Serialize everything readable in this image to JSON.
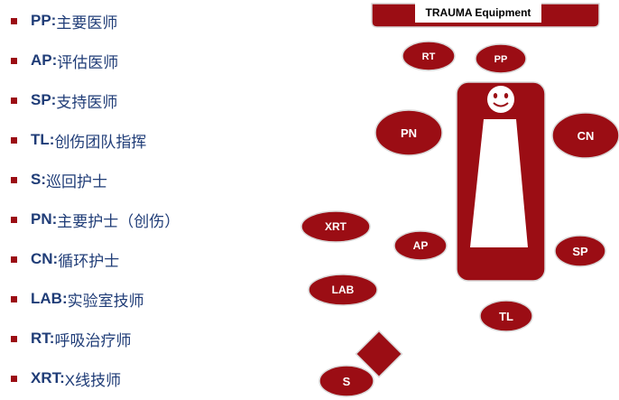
{
  "legend": [
    {
      "abbr": "PP:",
      "desc": " 主要医师"
    },
    {
      "abbr": "AP:",
      "desc": "  评估医师"
    },
    {
      "abbr": "SP:",
      "desc": "  支持医师"
    },
    {
      "abbr": "TL:",
      "desc": " 创伤团队指挥"
    },
    {
      "abbr": "S:",
      "desc": " 巡回护士"
    },
    {
      "abbr": "PN:",
      "desc": " 主要护士（创伤）"
    },
    {
      "abbr": "CN:",
      "desc": " 循环护士"
    },
    {
      "abbr": "LAB:",
      "desc": " 实验室技师"
    },
    {
      "abbr": "RT:",
      "desc": " 呼吸治疗师"
    },
    {
      "abbr": "XRT:",
      "desc": " X线技师"
    }
  ],
  "diagram": {
    "equipment_label": "TRAUMA  Equipment",
    "nodes": {
      "rt": "RT",
      "pp": "PP",
      "pn": "PN",
      "cn": "CN",
      "xrt": "XRT",
      "ap": "AP",
      "sp": "SP",
      "lab": "LAB",
      "tl": "TL",
      "s": "S"
    },
    "colors": {
      "fill": "#9b0d14",
      "outline": "#d9d9d9",
      "text": "#1f3c77"
    }
  }
}
